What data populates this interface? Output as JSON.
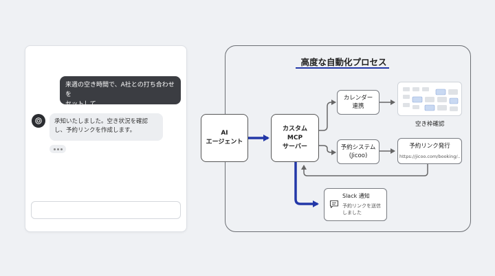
{
  "chat": {
    "user_message_line1": "来週の空き時間で、A社との打ち合わせを",
    "user_message_line2": "セットして",
    "ai_message_line1": "承知いたしました。空き状況を確認",
    "ai_message_line2": "し、予約リンクを作成します。",
    "input_placeholder": ""
  },
  "flow": {
    "title": "高度な自動化プロセス",
    "agent_line1": "AI",
    "agent_line2": "エージェント",
    "mcp_line1": "カスタム",
    "mcp_line2": "MCP",
    "mcp_line3": "サーバー",
    "calendar_line1": "カレンダー",
    "calendar_line2": "連携",
    "booking_line1": "予約システム",
    "booking_line2": "(Jicoo)",
    "calendar_result_label": "空き枠確認",
    "link_title": "予約リンク発行",
    "link_url": "https://jicoo.com/booking/...",
    "slack_title": "Slack 通知",
    "slack_text_line1": "予約リンクを送信",
    "slack_text_line2": "しました"
  },
  "colors": {
    "accent": "#2338a8",
    "calendar_slot": "#c9d9f2",
    "calendar_empty": "#dfe2e6"
  },
  "icons": [
    "ai-logo-icon",
    "calendar-grid-icon",
    "chat-message-icon"
  ]
}
